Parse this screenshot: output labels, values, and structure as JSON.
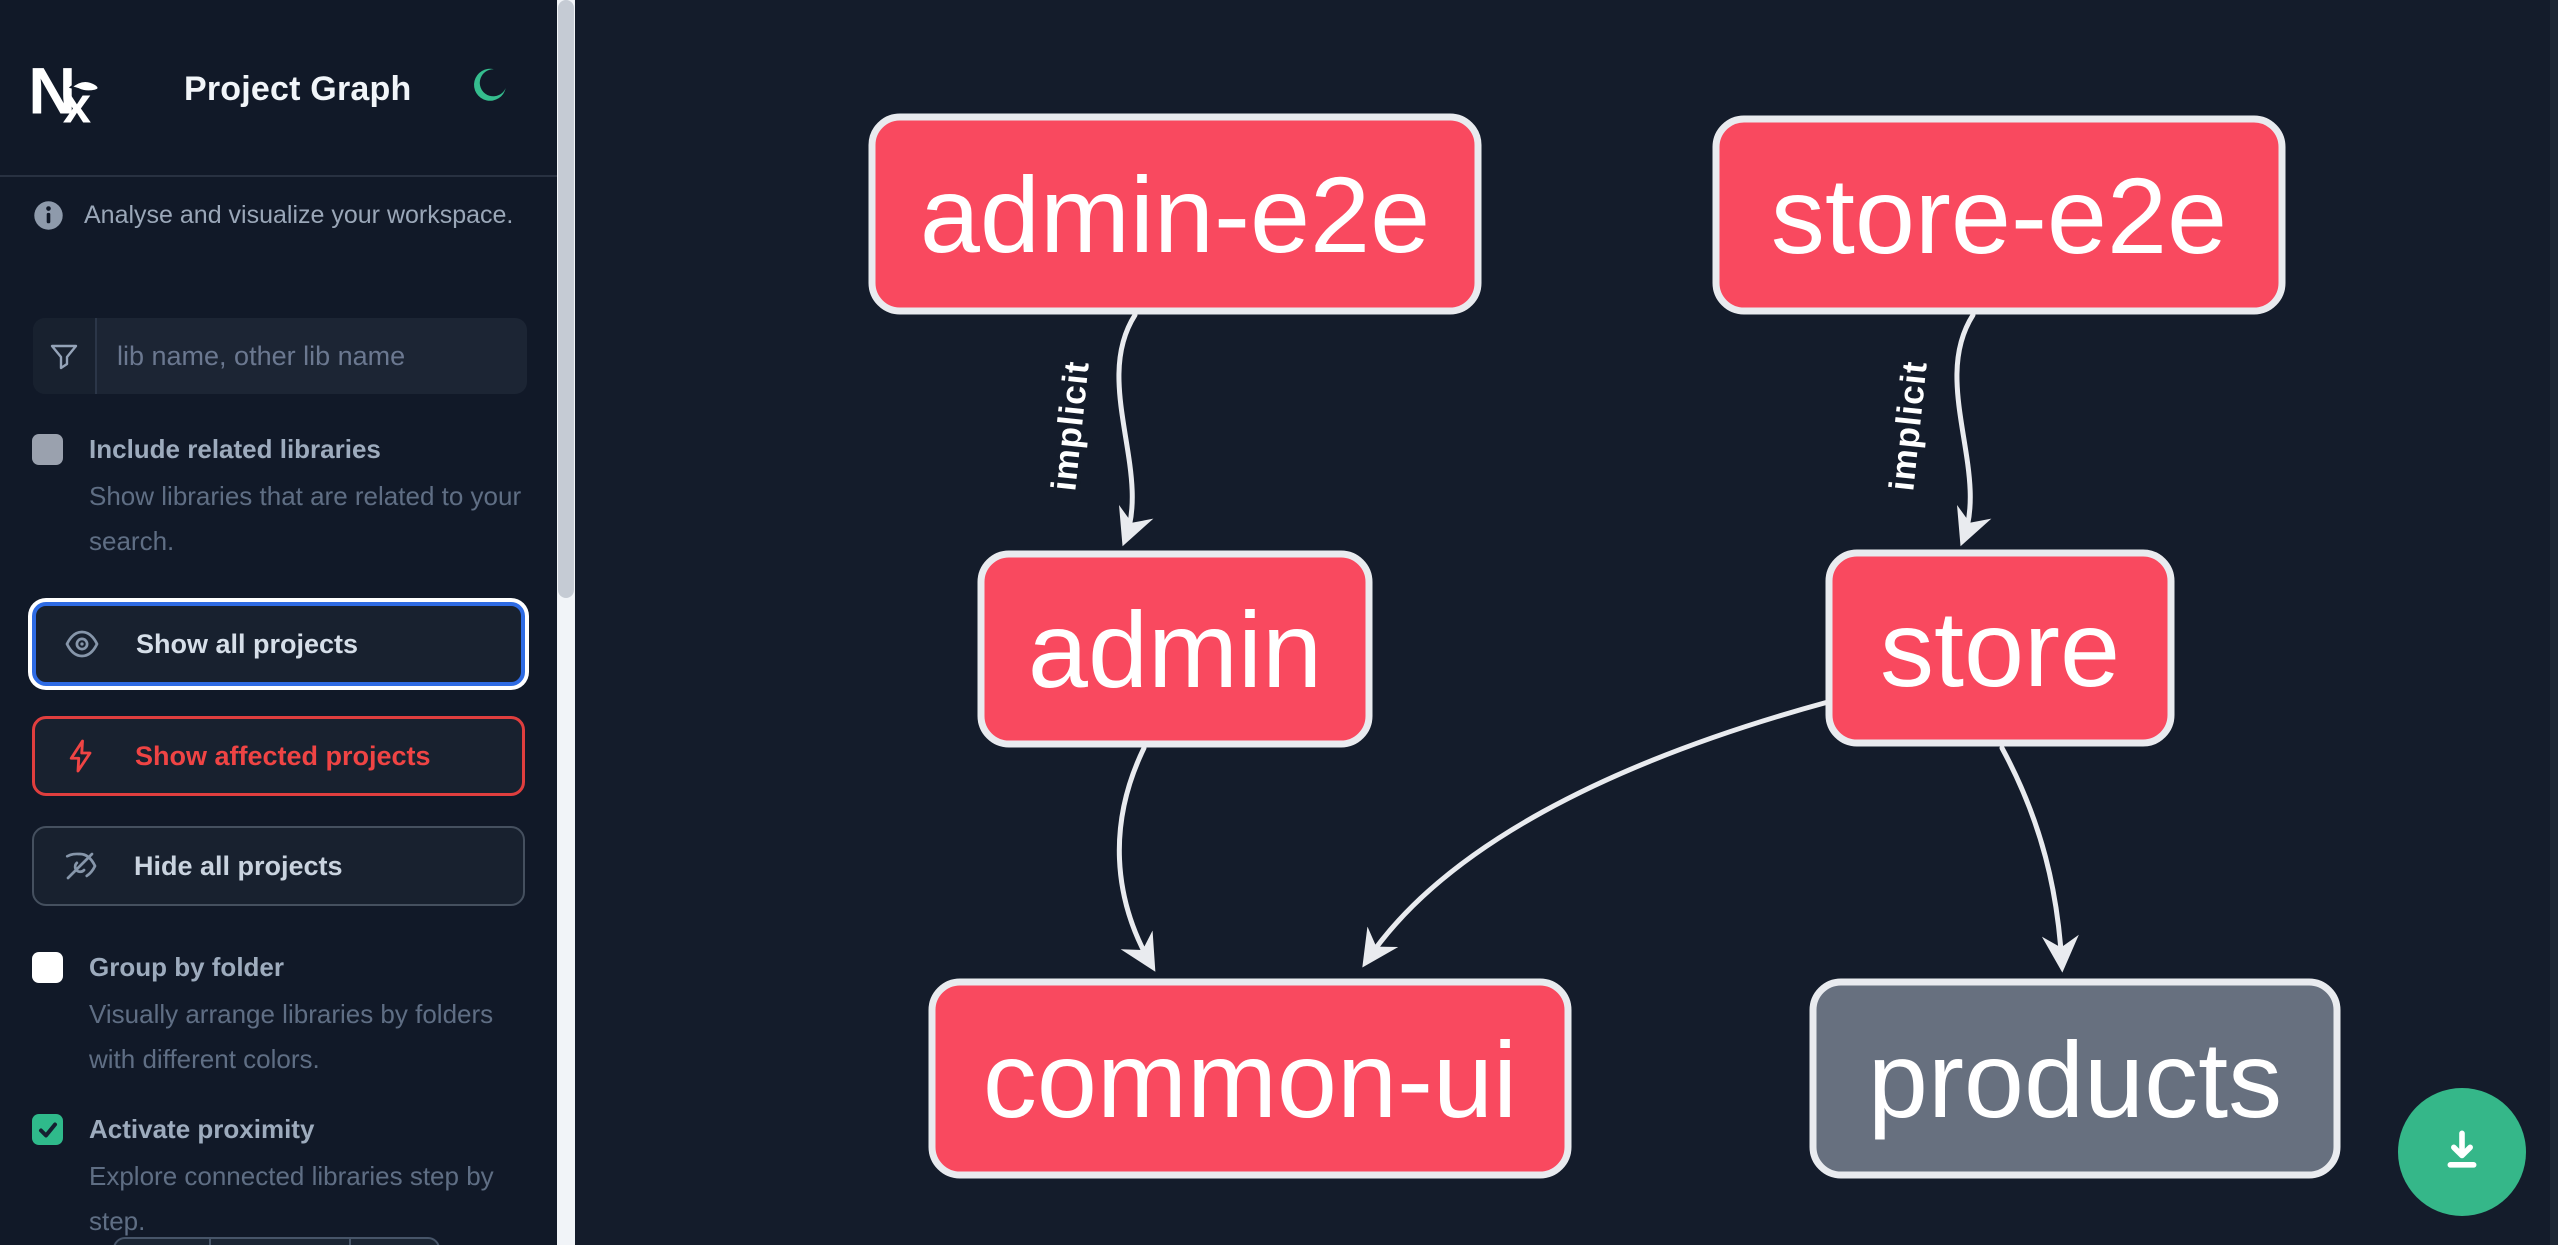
{
  "app": {
    "title": "Project Graph"
  },
  "sidebar": {
    "info_text": "Analyse and visualize your workspace.",
    "search": {
      "placeholder": "lib name, other lib name",
      "value": ""
    },
    "options": [
      {
        "label": "Include related libraries",
        "description": "Show libraries that are related to your search.",
        "checked": false
      },
      {
        "label": "Group by folder",
        "description": "Visually arrange libraries by folders with different colors.",
        "checked": false
      },
      {
        "label": "Activate proximity",
        "description": "Explore connected libraries step by step.",
        "checked": true
      }
    ],
    "buttons": [
      {
        "label": "Show all projects",
        "icon": "eye-icon",
        "focused": true
      },
      {
        "label": "Show affected projects",
        "icon": "lightning-icon",
        "variant": "affected"
      },
      {
        "label": "Hide all projects",
        "icon": "eye-off-icon",
        "variant": "default"
      }
    ]
  },
  "graph": {
    "nodes": [
      {
        "id": "admin-e2e",
        "label": "admin-e2e",
        "type": "affected"
      },
      {
        "id": "store-e2e",
        "label": "store-e2e",
        "type": "affected"
      },
      {
        "id": "admin",
        "label": "admin",
        "type": "affected"
      },
      {
        "id": "store",
        "label": "store",
        "type": "affected"
      },
      {
        "id": "common-ui",
        "label": "common-ui",
        "type": "affected"
      },
      {
        "id": "products",
        "label": "products",
        "type": "normal"
      }
    ],
    "edges": [
      {
        "source": "admin-e2e",
        "target": "admin",
        "label": "implicit"
      },
      {
        "source": "store-e2e",
        "target": "store",
        "label": "implicit"
      },
      {
        "source": "admin",
        "target": "common-ui",
        "label": ""
      },
      {
        "source": "store",
        "target": "common-ui",
        "label": ""
      },
      {
        "source": "store",
        "target": "products",
        "label": ""
      }
    ]
  },
  "fab": {
    "icon": "download-icon"
  },
  "colors": {
    "affected_node": "#f9495f",
    "normal_node": "#67707f",
    "node_border": "#e9ebef",
    "edge": "#e9ebef",
    "accent_green": "#35b789",
    "focus_blue": "#2e6be4",
    "affected_red": "#ef4444",
    "canvas_bg": "#141c2b",
    "sidebar_bg": "#111928"
  }
}
